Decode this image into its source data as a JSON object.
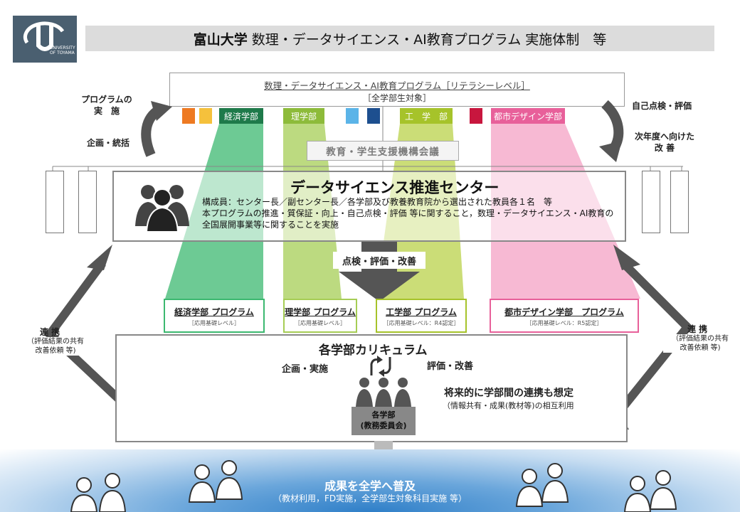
{
  "header": {
    "title_bold": "富山大学",
    "title_rest": "数理・データサイエンス・AI教育プログラム 実施体制　等",
    "logo_text": "UNIVERSITY OF TOYAMA"
  },
  "program": {
    "line1": "数理・データサイエンス・AI教育プログラム［リテラシーレベル］",
    "line2": "［全学部生対象］"
  },
  "faculty_tags": {
    "econ": "経済学部",
    "sci": "理学部",
    "eng": "工　学　部",
    "urban": "都市デザイン学部"
  },
  "left_labels": {
    "implement": "プログラムの\n実　施",
    "plan": "企画・統括",
    "renkei": "連 携",
    "renkei_sub": "（評価結果の共有\n改善依頼 等)"
  },
  "right_labels": {
    "self_eval": "自己点検・評価",
    "improve": "次年度へ向けた\n改 善",
    "renkei": "連 携",
    "renkei_sub": "（評価結果の共有\n改善依頼 等)"
  },
  "council": "教育・学生支援機構会議",
  "center": {
    "title": "データサイエンス推進センター",
    "desc1": "構成員：センター長／副センター長／各学部及び教養教育院から選出された教員各１名　等",
    "desc2": "本プログラムの推進・質保証・向上・自己点検・評価 等に関すること，数理・データサイエンス・AI教育の全国展開事業等に関することを実施"
  },
  "review": "点検・評価・改善",
  "faculty_programs": [
    {
      "title": "経済学部 プログラム",
      "sub": "［応用基礎レベル］"
    },
    {
      "title": "理学部 プログラム",
      "sub": "［応用基礎レベル］"
    },
    {
      "title": "工学部 プログラム",
      "sub": "［応用基礎レベル：R4認定］"
    },
    {
      "title": "都市デザイン学部　プログラム",
      "sub": "［応用基礎レベル：R5認定］"
    }
  ],
  "curriculum": {
    "title": "各学部カリキュラム",
    "plan": "企画・実施",
    "eval": "評価・改善",
    "future": "将来的に学部間の連携も想定",
    "future_sub": "（情報共有・成果(教材等)の相互利用",
    "podium": "各学部\n(教務委員会)"
  },
  "bottom": {
    "title": "成果を全学へ普及",
    "sub": "（教材利用，FD実施，全学部生対象科目実施 等）"
  },
  "colors": {
    "econ": "#1e7a4a",
    "econ_light": "#7ccf9a",
    "sci": "#8dbb3a",
    "sci_light": "#bcd98a",
    "eng": "#a6c32a",
    "urban": "#e8609a",
    "urban_light": "#f6bdd4",
    "orange": "#ee7a22",
    "yellow": "#f5c13c",
    "lightblue": "#5bb4e8",
    "navy": "#1d4f8f",
    "crimson": "#c8163e"
  }
}
